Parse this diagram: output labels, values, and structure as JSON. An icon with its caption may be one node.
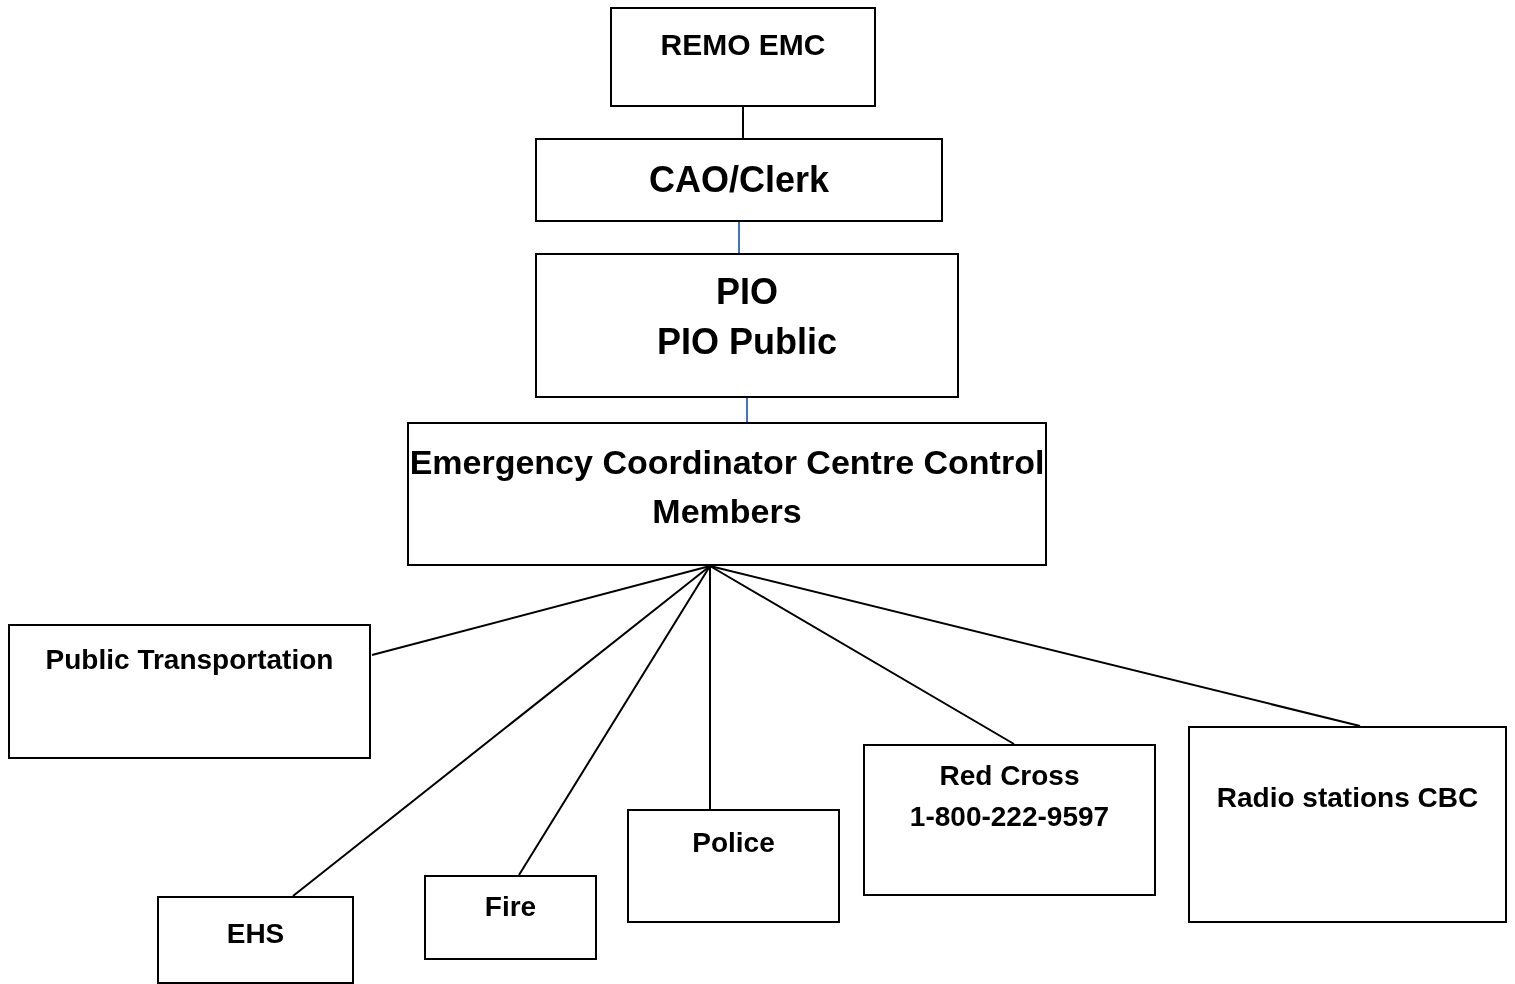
{
  "diagram": {
    "nodes": [
      {
        "text": [
          "REMO EMC"
        ]
      },
      {
        "text": [
          "CAO/Clerk"
        ]
      },
      {
        "text": [
          "PIO",
          "PIO Public"
        ]
      },
      {
        "text": [
          "Emergency Coordinator Centre Control Members"
        ]
      },
      {
        "text": [
          "Public Transportation"
        ]
      },
      {
        "text": [
          "EHS"
        ]
      },
      {
        "text": [
          "Fire"
        ]
      },
      {
        "text": [
          "Police"
        ]
      },
      {
        "text": [
          "Red Cross",
          "1-800-222-9597"
        ]
      },
      {
        "text": [
          "Radio stations CBC"
        ]
      }
    ],
    "edges": [
      {
        "from": 0,
        "to": 1,
        "arrow": "none"
      },
      {
        "from": 1,
        "to": 2,
        "arrow": "none",
        "color": "#4472c4"
      },
      {
        "from": 2,
        "to": 3,
        "arrow": "none",
        "color": "#4472c4"
      },
      {
        "from": 3,
        "to": 4,
        "arrow": "none"
      },
      {
        "from": 3,
        "to": 5,
        "arrow": "none"
      },
      {
        "from": 3,
        "to": 6,
        "arrow": "none"
      },
      {
        "from": 3,
        "to": 7,
        "arrow": "none"
      },
      {
        "from": 3,
        "to": 8,
        "arrow": "none"
      },
      {
        "from": 3,
        "to": 9,
        "arrow": "none"
      }
    ]
  }
}
